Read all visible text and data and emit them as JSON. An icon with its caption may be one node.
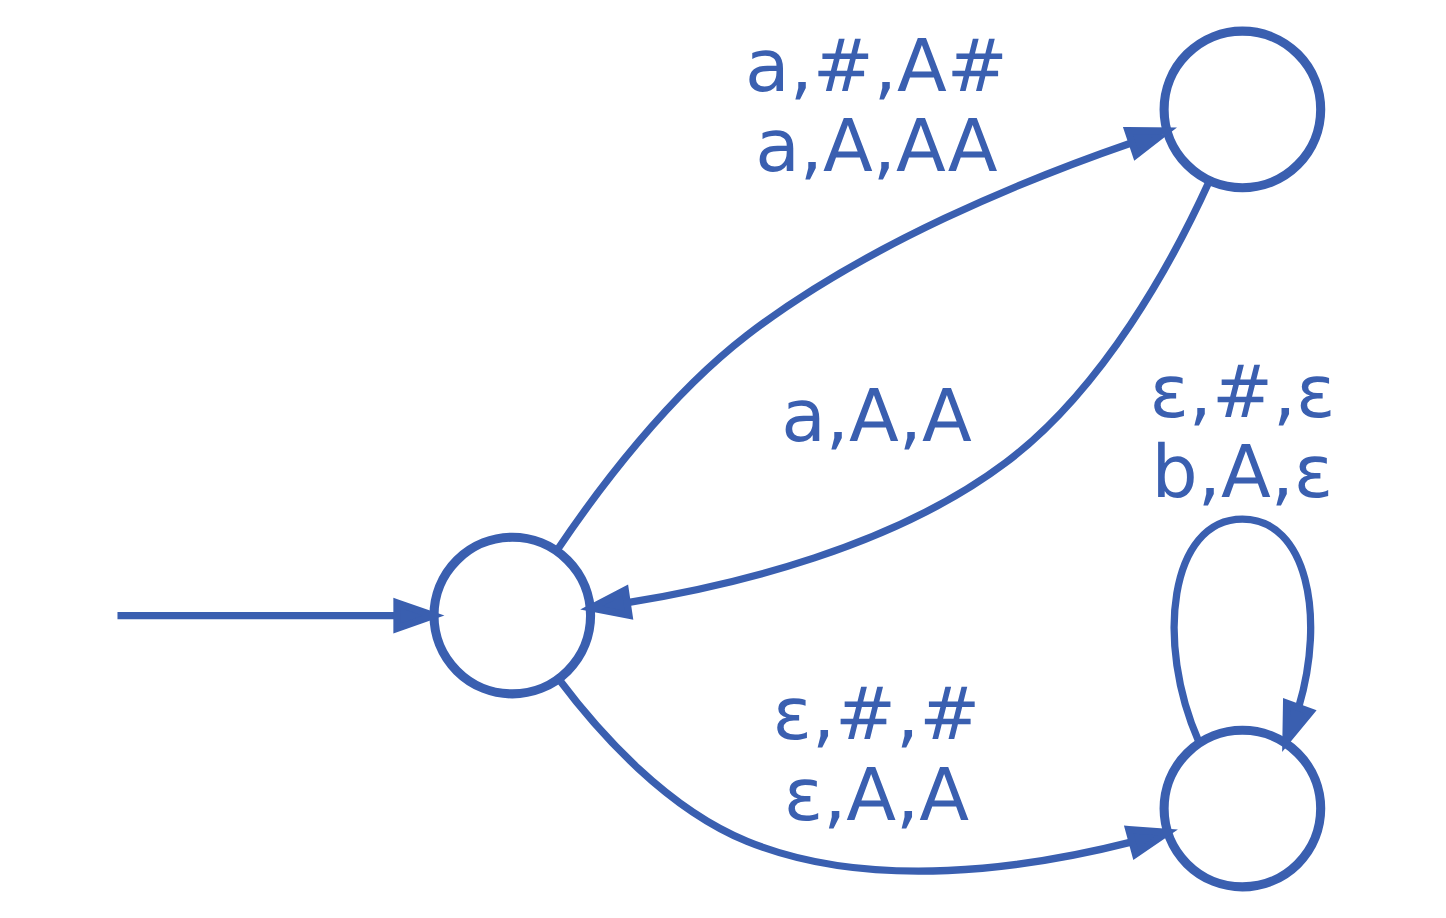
{
  "diagram": {
    "nodes": [
      {
        "text": [],
        "shape": "circle"
      },
      {
        "text": [],
        "shape": "circle"
      },
      {
        "text": [],
        "shape": "circle"
      }
    ],
    "edges": [
      {
        "from": null,
        "to": 1,
        "arrow": "to"
      },
      {
        "from": 1,
        "to": 0,
        "arrow": "to",
        "label": "a,#,A# a,A,AA"
      },
      {
        "from": 0,
        "to": 1,
        "arrow": "to",
        "label": "a,A,A"
      },
      {
        "from": 1,
        "to": 2,
        "arrow": "to",
        "label": "ε,#,# ε,A,A"
      },
      {
        "from": 2,
        "to": 2,
        "arrow": "to",
        "label": "ε,#,ε b,A,ε"
      }
    ]
  }
}
